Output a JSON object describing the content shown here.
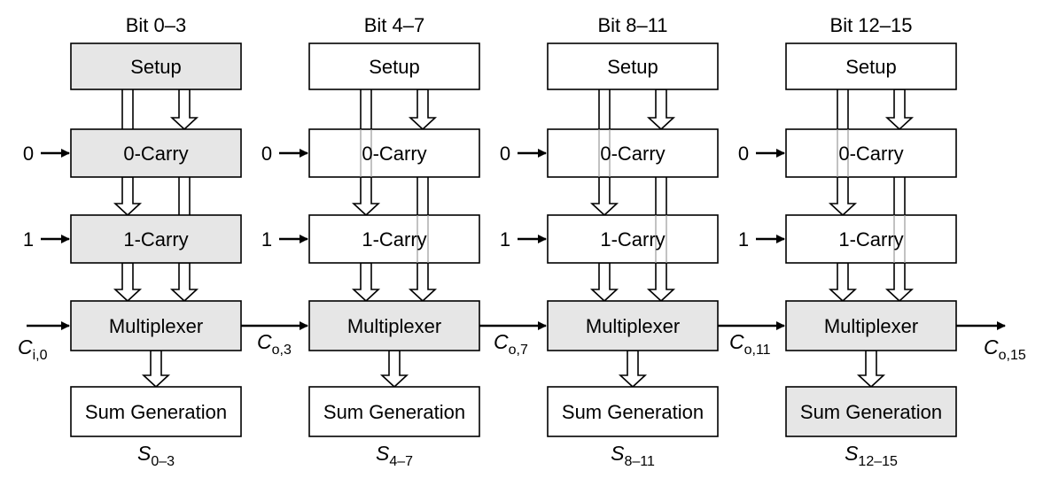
{
  "colors": {
    "shaded": "#e6e6e6",
    "plain": "#ffffff",
    "stroke": "#000000"
  },
  "stages": [
    {
      "header": "Bit 0–3",
      "blocks": {
        "setup": "Setup",
        "carry0": "0-Carry",
        "carry1": "1-Carry",
        "mux": "Multiplexer",
        "sum": "Sum Generation"
      },
      "shaded": {
        "setup": true,
        "carry0": true,
        "carry1": true,
        "mux": true,
        "sum": false
      },
      "input0": "0",
      "input1": "1",
      "sum_out": {
        "main": "S",
        "sub": "0–3"
      }
    },
    {
      "header": "Bit 4–7",
      "blocks": {
        "setup": "Setup",
        "carry0": "0-Carry",
        "carry1": "1-Carry",
        "mux": "Multiplexer",
        "sum": "Sum Generation"
      },
      "shaded": {
        "setup": false,
        "carry0": false,
        "carry1": false,
        "mux": true,
        "sum": false
      },
      "input0": "0",
      "input1": "1",
      "sum_out": {
        "main": "S",
        "sub": "4–7"
      }
    },
    {
      "header": "Bit 8–11",
      "blocks": {
        "setup": "Setup",
        "carry0": "0-Carry",
        "carry1": "1-Carry",
        "mux": "Multiplexer",
        "sum": "Sum Generation"
      },
      "shaded": {
        "setup": false,
        "carry0": false,
        "carry1": false,
        "mux": true,
        "sum": false
      },
      "input0": "0",
      "input1": "1",
      "sum_out": {
        "main": "S",
        "sub": "8–11"
      }
    },
    {
      "header": "Bit 12–15",
      "blocks": {
        "setup": "Setup",
        "carry0": "0-Carry",
        "carry1": "1-Carry",
        "mux": "Multiplexer",
        "sum": "Sum Generation"
      },
      "shaded": {
        "setup": false,
        "carry0": false,
        "carry1": false,
        "mux": true,
        "sum": true
      },
      "input0": "0",
      "input1": "1",
      "sum_out": {
        "main": "S",
        "sub": "12–15"
      }
    }
  ],
  "carry_signals": [
    {
      "main": "C",
      "sub": "i,0"
    },
    {
      "main": "C",
      "sub": "o,3"
    },
    {
      "main": "C",
      "sub": "o,7"
    },
    {
      "main": "C",
      "sub": "o,11"
    },
    {
      "main": "C",
      "sub": "o,15"
    }
  ]
}
